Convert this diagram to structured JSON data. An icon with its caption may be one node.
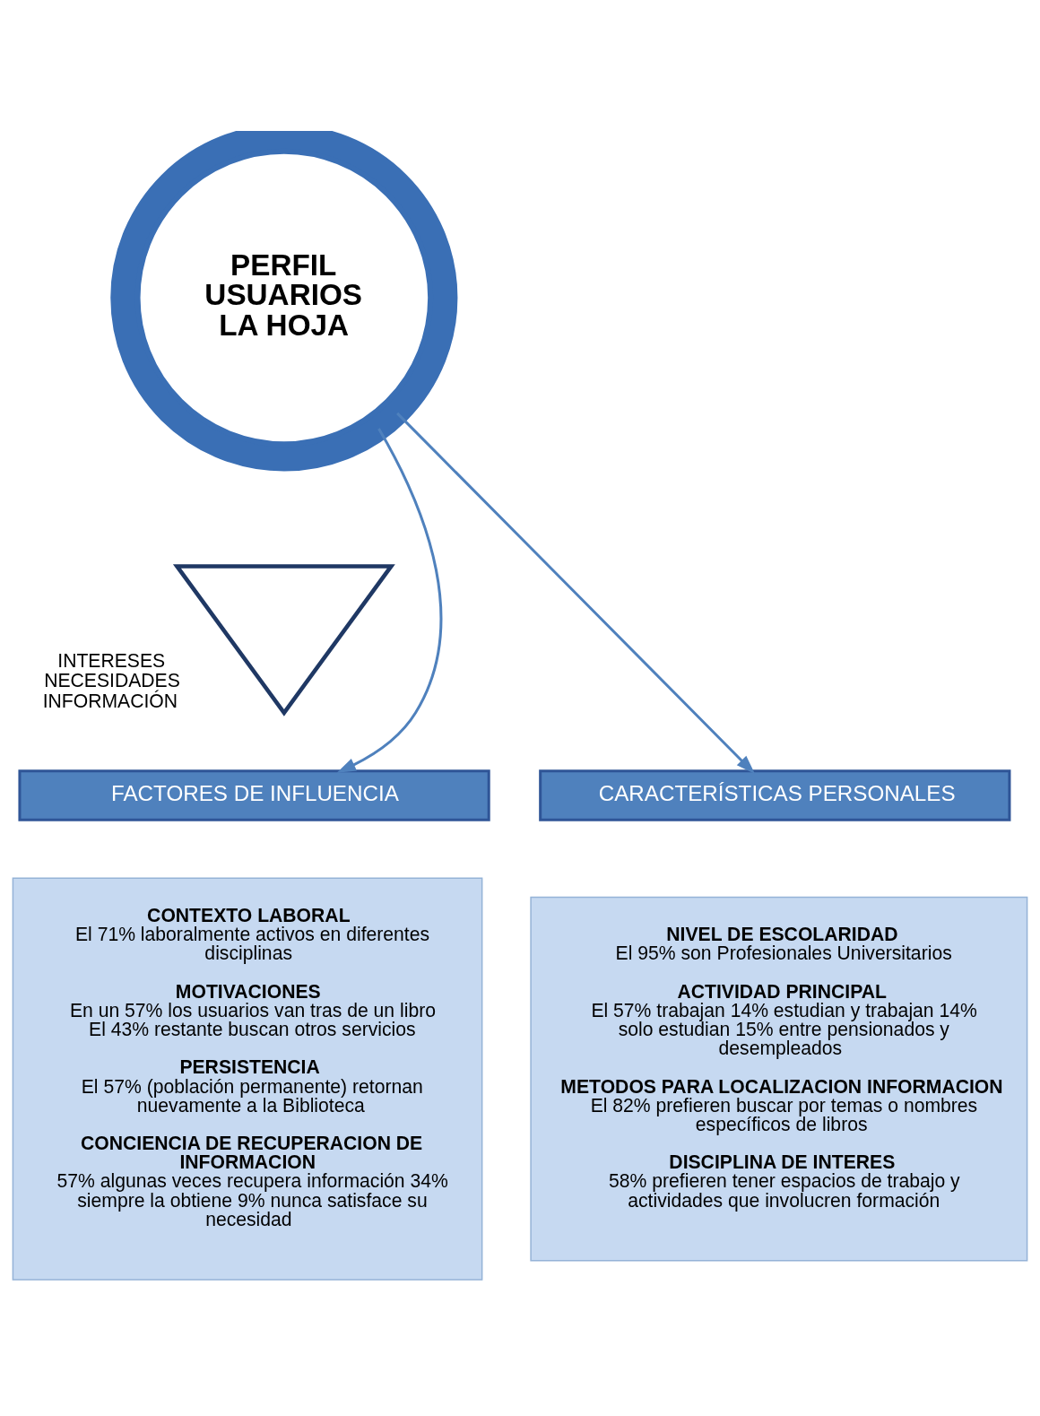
{
  "diagram": {
    "nodes": [
      {
        "text": [
          "PERFIL USUARIOS LA HOJA"
        ]
      },
      {
        "text": [],
        "shape": "triangle",
        "beside": [
          "INTERESES",
          "NECESIDADES",
          "INFORMACIÓN"
        ]
      },
      {
        "text": [
          "FACTORES DE INFLUENCIA"
        ]
      },
      {
        "text": [
          "CARACTERÍSTICAS PERSONALES"
        ]
      },
      {
        "text": [
          "CONTEXTO LABORAL",
          "El 71% laboralmente activos en diferentes disciplinas",
          "MOTIVACIONES",
          "En un 57% los usuarios van tras de un libro El 43% restante buscan otros servicios",
          "PERSISTENCIA",
          "El 57% (población permanente) retornan nuevamente a la Biblioteca",
          "CONCIENCIA DE RECUPERACION DE INFORMACION",
          "57% algunas veces recupera información 34% siempre la obtiene 9% nunca satisface su necesidad"
        ]
      },
      {
        "text": [
          "NIVEL DE ESCOLARIDAD",
          "El 95% son Profesionales Universitarios",
          "ACTIVIDAD PRINCIPAL",
          "El 57% trabajan 14% estudian y trabajan 14% solo estudian 15% entre pensionados y desempleados",
          "METODOS PARA LOCALIZACION INFORMACION",
          "El 82% prefieren buscar por temas o nombres específicos de libros",
          "DISCIPLINA DE INTERES",
          "58% prefieren tener espacios de trabajo y actividades que involucren formación"
        ]
      }
    ],
    "edges": [
      {
        "from": 0,
        "to": 2,
        "arrow": "to"
      },
      {
        "from": 0,
        "to": 3,
        "arrow": "to"
      }
    ]
  }
}
